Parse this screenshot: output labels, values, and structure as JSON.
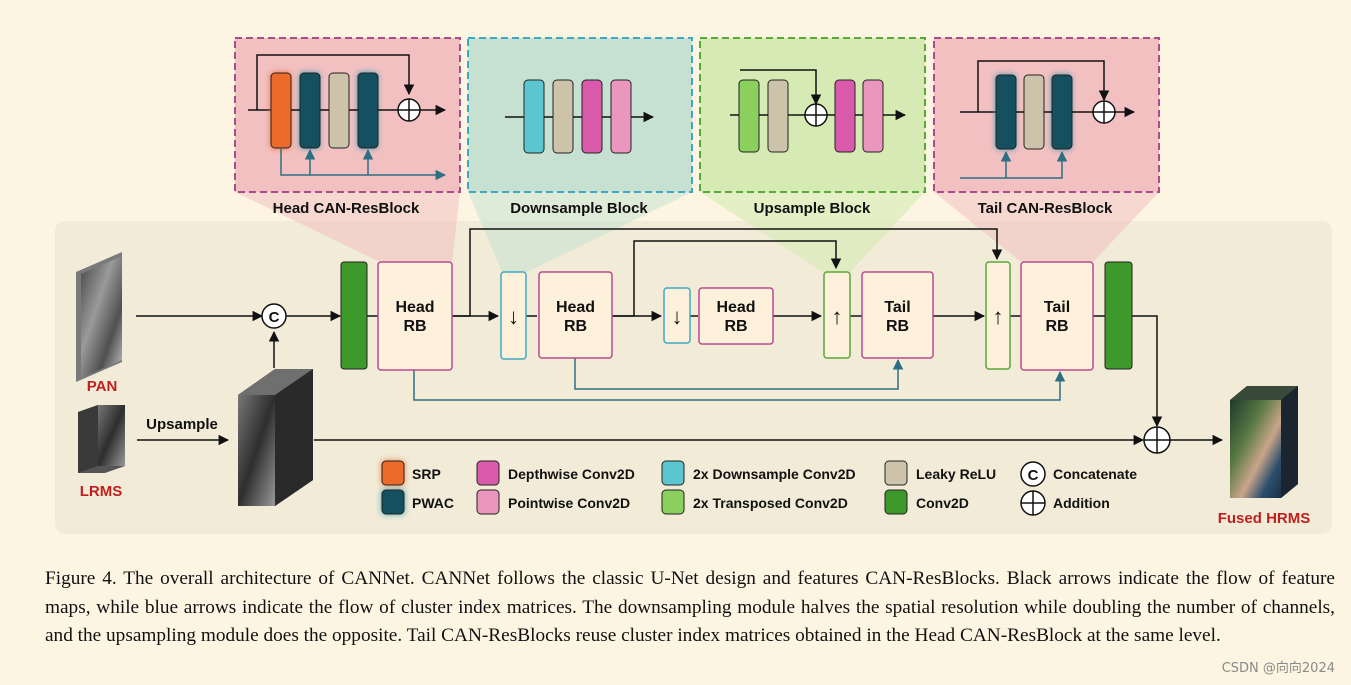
{
  "panels": {
    "head_resblock": "Head CAN-ResBlock",
    "downsample": "Downsample Block",
    "upsample": "Upsample Block",
    "tail_resblock": "Tail CAN-ResBlock"
  },
  "blocks": {
    "head_rb_1": [
      "Head",
      "RB"
    ],
    "head_rb_2": [
      "Head",
      "RB"
    ],
    "head_rb_3": [
      "Head",
      "RB"
    ],
    "tail_rb_1": [
      "Tail",
      "RB"
    ],
    "tail_rb_2": [
      "Tail",
      "RB"
    ]
  },
  "symbols": {
    "down_arrow": "↓",
    "up_arrow": "↑",
    "concat": "C"
  },
  "inputs": {
    "pan": "PAN",
    "lrms": "LRMS",
    "upsample": "Upsample",
    "output": "Fused HRMS"
  },
  "legend": {
    "srp": "SRP",
    "pwac": "PWAC",
    "depthwise": "Depthwise Conv2D",
    "pointwise": "Pointwise Conv2D",
    "down_conv": "2x Downsample Conv2D",
    "trans_conv": "2x Transposed Conv2D",
    "leaky": "Leaky ReLU",
    "conv2d": "Conv2D",
    "concatenate": "Concatenate",
    "addition": "Addition"
  },
  "colors": {
    "srp": "#ec6a2a",
    "pwac": "#14505f",
    "depthwise": "#d95aaa",
    "pointwise": "#eb96bf",
    "down_conv": "#5cc6d0",
    "trans_conv": "#8bcf5f",
    "leaky": "#cdc3aa",
    "conv2d": "#3d9a2a",
    "rb_fill": "#fdf1dc",
    "rb_border": "#b94a92",
    "head_bg": "#f3c0c1",
    "down_bg": "#c6e1d1",
    "up_bg": "#d6ebb4",
    "tail_bg": "#f3c0c1",
    "main_bg": "#f1ebd7",
    "label_red": "#c01f1f",
    "cluster_arrow": "#2d6f82"
  },
  "caption": "Figure 4. The overall architecture of CANNet. CANNet follows the classic U-Net design and features CAN-ResBlocks. Black arrows indicate the flow of feature maps, while blue arrows indicate the flow of cluster index matrices. The downsampling module halves the spatial resolution while doubling the number of channels, and the upsampling module does the opposite. Tail CAN-ResBlocks reuse cluster index matrices obtained in the Head CAN-ResBlock at the same level.",
  "watermark": "CSDN @向向2024"
}
